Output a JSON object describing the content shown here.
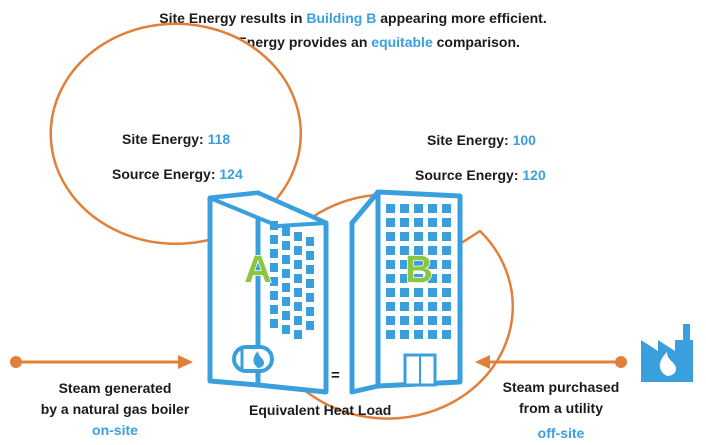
{
  "header": {
    "line1_pre": "Site Energy results in ",
    "line1_hl": "Building B",
    "line1_post": " appearing more efficient.",
    "line2_pre": "Source Energy provides an ",
    "line2_hl": "equitable",
    "line2_post": " comparison."
  },
  "building_a": {
    "letter": "A",
    "site_label": "Site Energy:",
    "site_value": "118",
    "source_label": "Source Energy:",
    "source_value": "124",
    "caption_line1": "Steam generated",
    "caption_line2": "by a natural gas boiler",
    "caption_line3": "on-site"
  },
  "building_b": {
    "letter": "B",
    "site_label": "Site Energy:",
    "site_value": "100",
    "source_label": "Source Energy:",
    "source_value": "120",
    "caption_line1": "Steam purchased",
    "caption_line2": "from a utility",
    "caption_line3": "off-site"
  },
  "equals": "=",
  "heat_load": "Equivalent Heat Load",
  "colors": {
    "blue": "#3aa0dd",
    "orange": "#e0803a",
    "green": "#8cc63f",
    "text": "#1a1a1a"
  },
  "icons": {
    "boiler": "boiler-icon",
    "factory": "factory-icon"
  }
}
